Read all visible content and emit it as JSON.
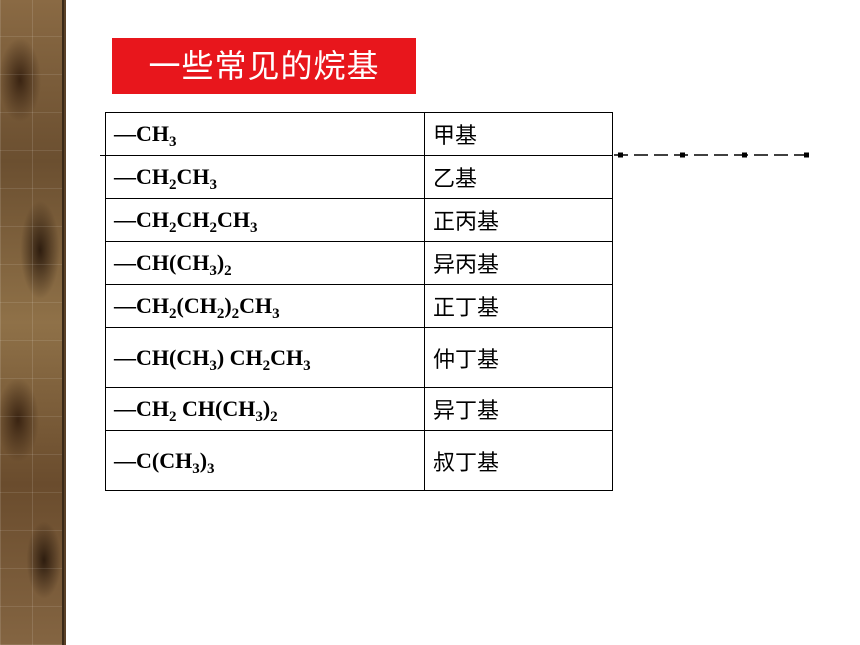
{
  "title": "一些常见的烷基",
  "alkyl_groups": [
    {
      "formula": [
        {
          "t": "—CH"
        },
        {
          "s": "3"
        }
      ],
      "name": "甲基"
    },
    {
      "formula": [
        {
          "t": "—CH"
        },
        {
          "s": "2"
        },
        {
          "t": "CH"
        },
        {
          "s": "3"
        }
      ],
      "name": "乙基"
    },
    {
      "formula": [
        {
          "t": "—CH"
        },
        {
          "s": "2"
        },
        {
          "t": "CH"
        },
        {
          "s": "2"
        },
        {
          "t": "CH"
        },
        {
          "s": "3"
        }
      ],
      "name": "正丙基"
    },
    {
      "formula": [
        {
          "t": "—CH(CH"
        },
        {
          "s": "3"
        },
        {
          "t": ")"
        },
        {
          "s": "2"
        }
      ],
      "name": "异丙基"
    },
    {
      "formula": [
        {
          "t": "—CH"
        },
        {
          "s": "2"
        },
        {
          "t": "(CH"
        },
        {
          "s": "2"
        },
        {
          "t": ")"
        },
        {
          "s": "2"
        },
        {
          "t": "CH"
        },
        {
          "s": "3"
        }
      ],
      "name": "正丁基"
    },
    {
      "formula": [
        {
          "t": "—CH(CH"
        },
        {
          "s": "3"
        },
        {
          "t": ") CH"
        },
        {
          "s": "2"
        },
        {
          "t": "CH"
        },
        {
          "s": "3"
        }
      ],
      "name": "仲丁基"
    },
    {
      "formula": [
        {
          "t": "—CH"
        },
        {
          "s": "2"
        },
        {
          "t": " CH(CH"
        },
        {
          "s": "3"
        },
        {
          "t": ")"
        },
        {
          "s": "2"
        }
      ],
      "name": "异丁基"
    },
    {
      "formula": [
        {
          "t": "—C(CH"
        },
        {
          "s": "3"
        },
        {
          "t": ")"
        },
        {
          "s": "3"
        }
      ],
      "name": "叔丁基"
    }
  ],
  "colors": {
    "title_bg": "#e8161c",
    "title_text": "#ffffff"
  }
}
